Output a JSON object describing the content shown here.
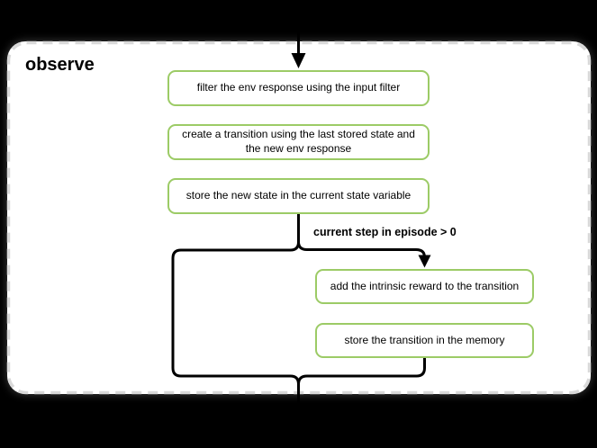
{
  "panel": {
    "title": "observe",
    "background": "#ffffff",
    "canvas_background": "#000000",
    "border_color": "#d9d9d9"
  },
  "flow": {
    "node_border_color": "#9ccb66",
    "connector_color": "#000000",
    "condition_label": "current step in episode > 0",
    "nodes": [
      {
        "label": "filter the env response using the input filter"
      },
      {
        "label": "create a transition using the last stored state and the new env response"
      },
      {
        "label": "store the new state in the current state variable"
      },
      {
        "label": "add the intrinsic reward to the transition"
      },
      {
        "label": "store the transition in the memory"
      }
    ]
  }
}
